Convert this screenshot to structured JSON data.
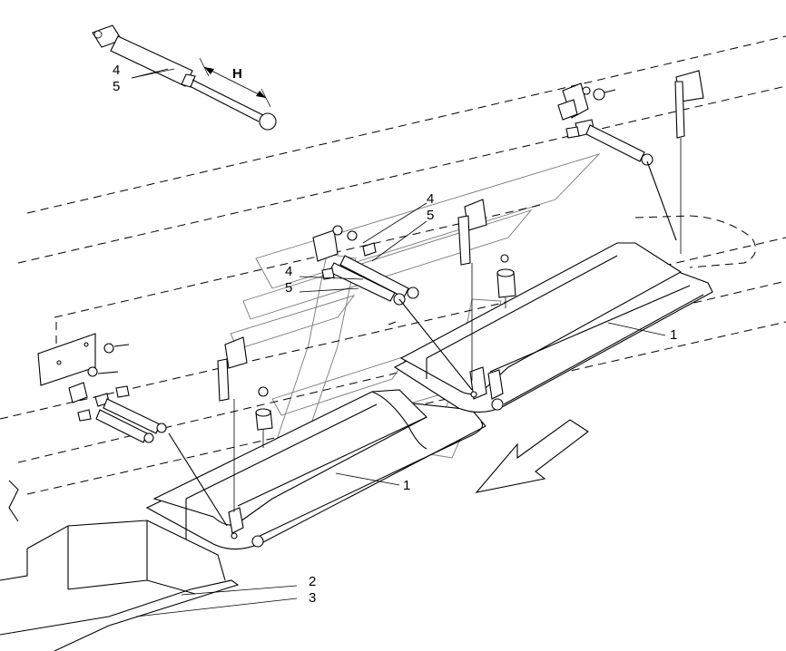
{
  "callouts": {
    "a1": "4",
    "a2": "5",
    "b1": "4",
    "b2": "5",
    "c1": "4",
    "c2": "5",
    "d": "1",
    "e": "1",
    "f1": "2",
    "f2": "3",
    "dimension": "H"
  },
  "colors": {
    "line": "#000000",
    "watermark": "#777777",
    "background": "#ffffff"
  }
}
